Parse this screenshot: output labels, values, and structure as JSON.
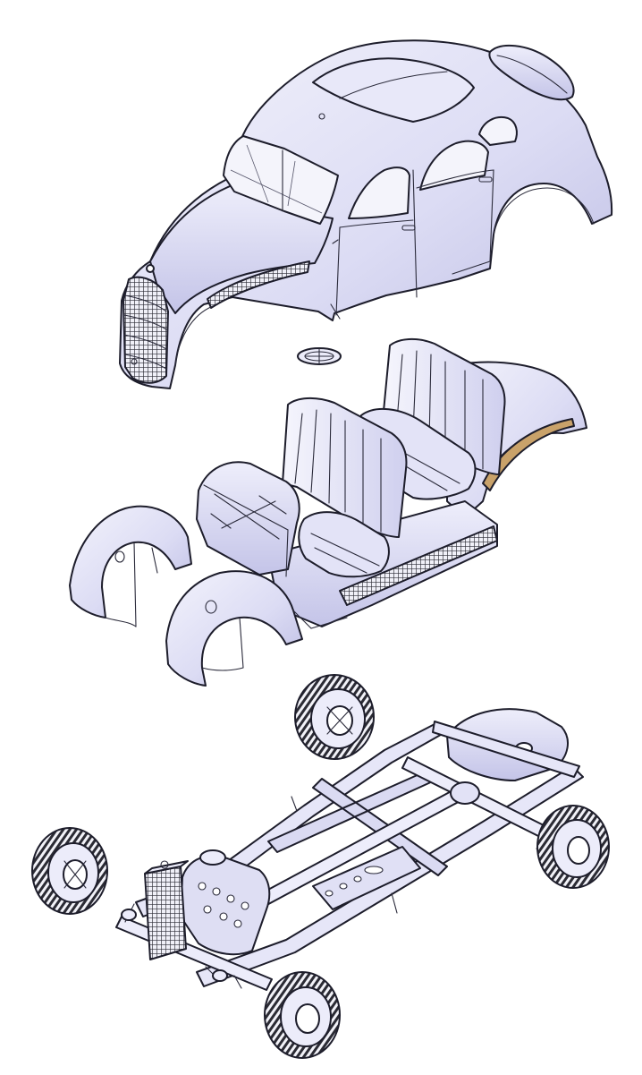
{
  "figure": {
    "type": "exploded-view illustration",
    "assemblies": [
      "body-shell",
      "interior-and-fenders",
      "chassis"
    ],
    "colors": {
      "paint": "#e3e3f7",
      "paint_shade": "#bdbde4",
      "outline": "#1d1d2b",
      "glass": "#f4f4fb",
      "accent": "#c9a26a",
      "tire": "#2b2b34"
    },
    "icons": [
      "steering-wheel",
      "wheel",
      "radiator-grille",
      "engine"
    ]
  }
}
